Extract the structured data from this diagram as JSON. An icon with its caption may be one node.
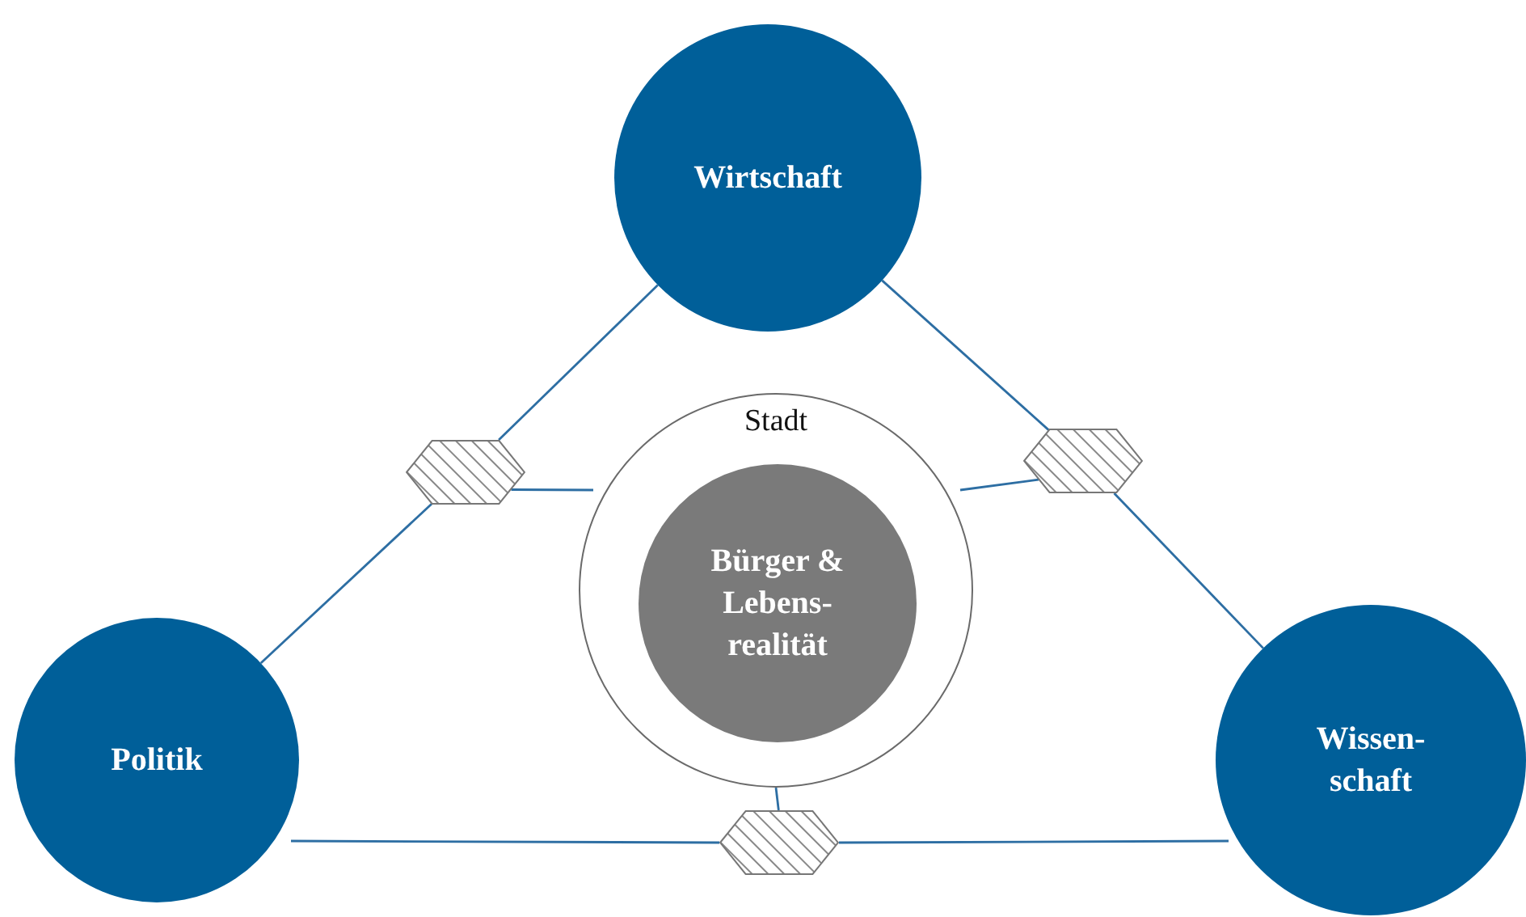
{
  "diagram": {
    "nodes": [
      {
        "text": [
          "Wirtschaft"
        ]
      },
      {
        "text": [
          "Stadt"
        ]
      },
      {
        "text": [
          "Bürger & Lebens- realität"
        ],
        "in": 1
      },
      {
        "text": [
          "Politik"
        ]
      },
      {
        "text": [
          "Wissen- schaft"
        ]
      },
      {
        "text": [],
        "shape": "hexagon"
      },
      {
        "text": [],
        "shape": "hexagon"
      },
      {
        "text": [],
        "shape": "hexagon"
      }
    ],
    "edges": [
      {
        "from": 0,
        "to": 5,
        "arrow": "none"
      },
      {
        "from": 5,
        "to": 3,
        "arrow": "none"
      },
      {
        "from": 5,
        "to": 1,
        "arrow": "none"
      },
      {
        "from": 0,
        "to": 6,
        "arrow": "none"
      },
      {
        "from": 6,
        "to": 4,
        "arrow": "none"
      },
      {
        "from": 6,
        "to": 1,
        "arrow": "none"
      },
      {
        "from": 3,
        "to": 7,
        "arrow": "none"
      },
      {
        "from": 7,
        "to": 4,
        "arrow": "none"
      },
      {
        "from": 1,
        "to": 7,
        "arrow": "none"
      }
    ]
  }
}
